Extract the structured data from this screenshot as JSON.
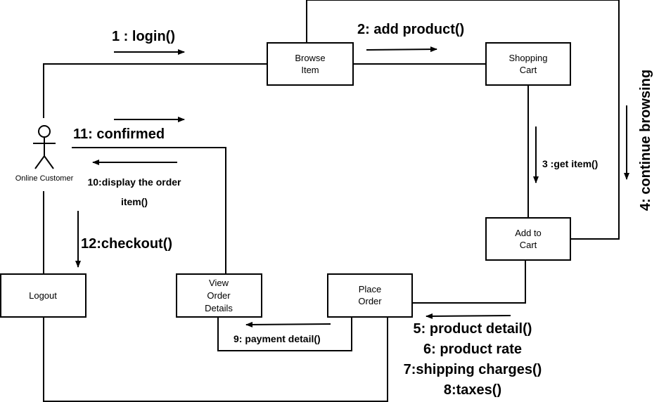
{
  "actor": {
    "label": "Online Customer"
  },
  "objects": {
    "browse_item": [
      "Browse",
      "Item"
    ],
    "shopping_cart": [
      "Shopping",
      "Cart"
    ],
    "add_to_cart": [
      "Add to",
      "Cart"
    ],
    "place_order": [
      "Place",
      "Order"
    ],
    "view_order_details": [
      "View",
      "Order",
      "Details"
    ],
    "logout": [
      "Logout"
    ]
  },
  "messages": {
    "m1": "1 : login()",
    "m2": "2: add product()",
    "m3": "3 :get item()",
    "m4": "4: continue browsing",
    "m5_8": [
      "5: product detail()",
      "6: product rate",
      "7:shipping charges()",
      "8:taxes()"
    ],
    "m9": "9: payment detail()",
    "m10": [
      "10:display the order",
      "item()"
    ],
    "m11": "11: confirmed",
    "m12": "12:checkout()"
  }
}
